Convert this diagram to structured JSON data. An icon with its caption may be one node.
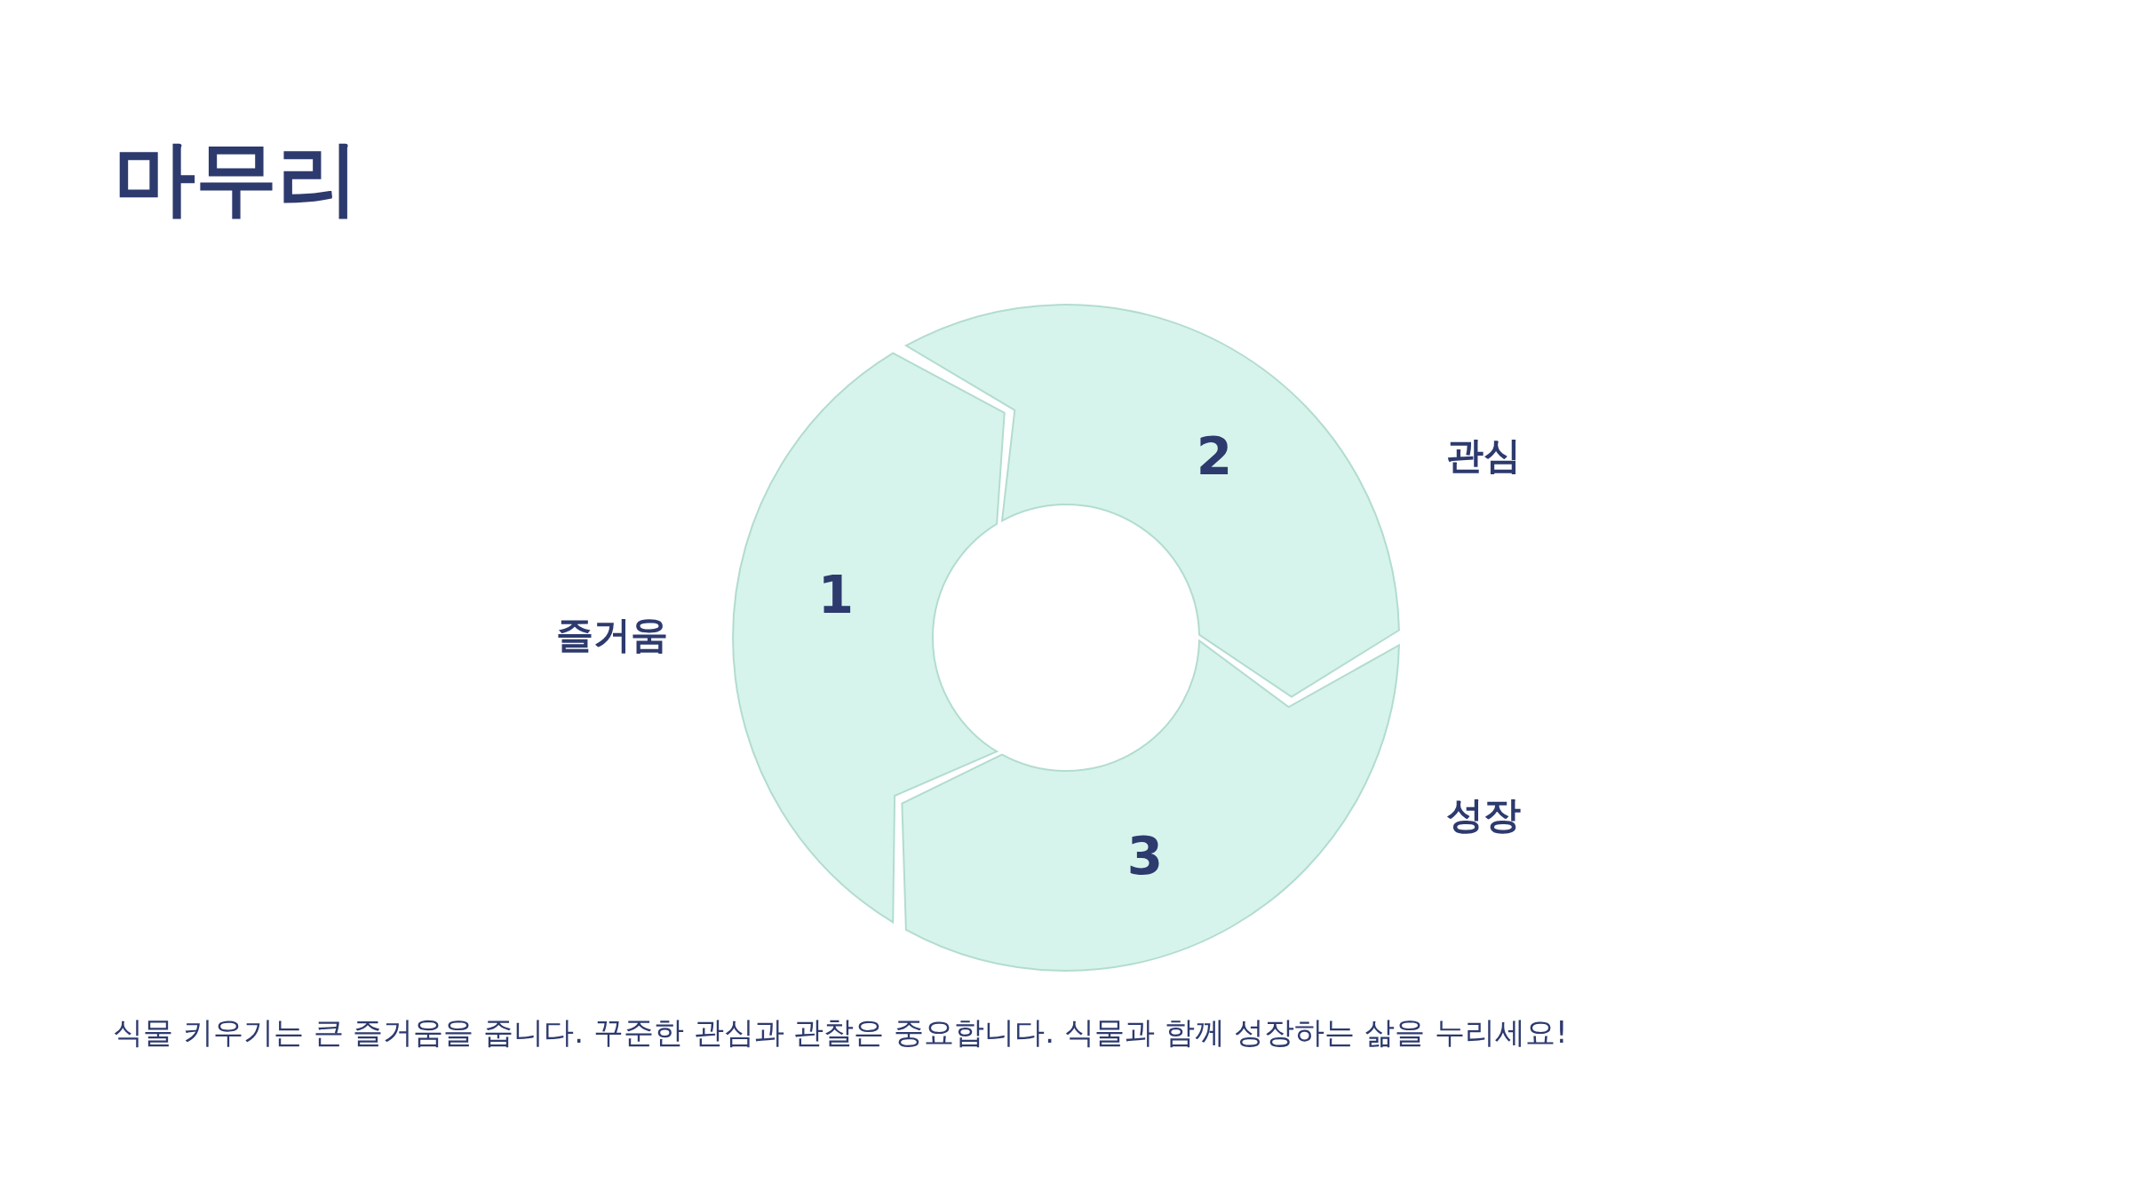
{
  "diagram": {
    "title": "마무리",
    "nodes": [
      {
        "text": [
          "1"
        ],
        "beside": [
          "즐거움"
        ]
      },
      {
        "text": [
          "2"
        ],
        "beside": [
          "관심"
        ]
      },
      {
        "text": [
          "3"
        ],
        "beside": [
          "성장"
        ]
      }
    ],
    "caption": "식물 키우기는 큰 즐거움을 줍니다. 꾸준한 관심과 관찰은 중요합니다. 식물과 함께 성장하는 삶을 누리세요!"
  }
}
